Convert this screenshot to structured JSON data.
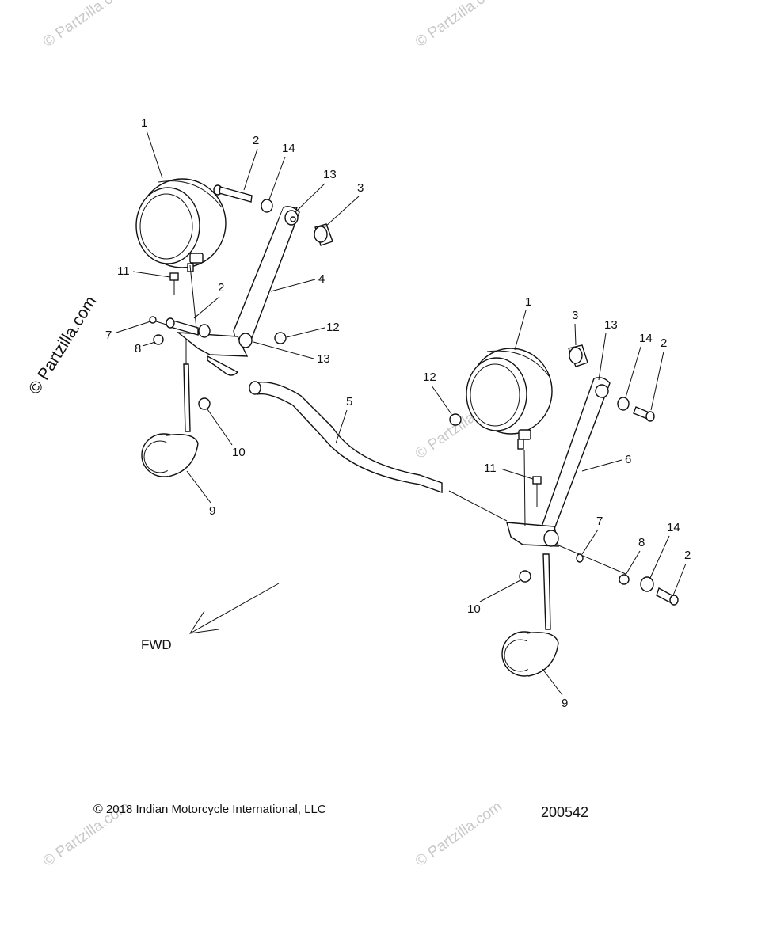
{
  "copyright": "2018 Indian Motorcycle International, LLC",
  "copyright_symbol": "©",
  "figure_number": "200542",
  "direction_label": "FWD",
  "watermark": "© Partzilla.com",
  "watermark_faint": "© Partzilla.com",
  "callouts": {
    "c1a": "1",
    "c2a": "2",
    "c14a": "14",
    "c13a": "13",
    "c3a": "3",
    "c11a": "11",
    "c2b": "2",
    "c4": "4",
    "c7a": "7",
    "c12a": "12",
    "c8a": "8",
    "c13b": "13",
    "c5": "5",
    "c10a": "10",
    "c9a": "9",
    "c1b": "1",
    "c3b": "3",
    "c13c": "13",
    "c14b": "14",
    "c2c": "2",
    "c12b": "12",
    "c11b": "11",
    "c6": "6",
    "c7b": "7",
    "c8b": "8",
    "c14c": "14",
    "c2d": "2",
    "c10b": "10",
    "c9b": "9"
  }
}
